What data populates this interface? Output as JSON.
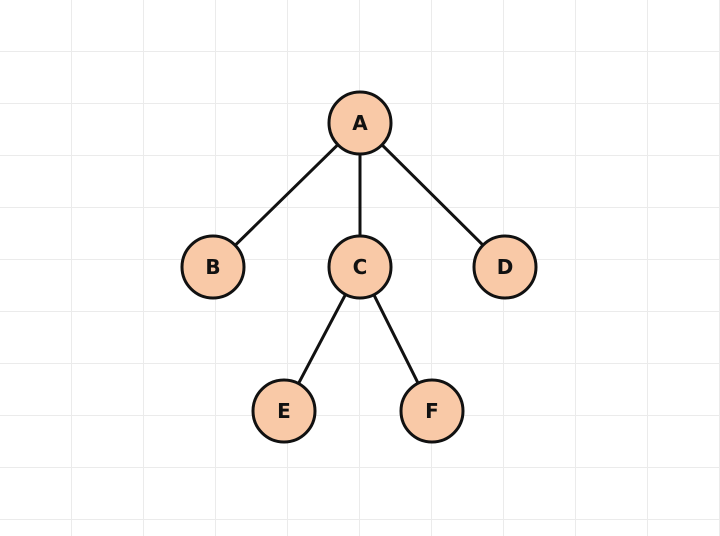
{
  "nodes": [
    {
      "id": "A",
      "label": "A"
    },
    {
      "id": "B",
      "label": "B"
    },
    {
      "id": "C",
      "label": "C"
    },
    {
      "id": "D",
      "label": "D"
    },
    {
      "id": "E",
      "label": "E"
    },
    {
      "id": "F",
      "label": "F"
    }
  ],
  "edges": [
    [
      "A",
      "B"
    ],
    [
      "A",
      "C"
    ],
    [
      "A",
      "D"
    ],
    [
      "C",
      "E"
    ],
    [
      "C",
      "F"
    ]
  ],
  "colors": {
    "node_fill": "#f9c9a7",
    "stroke": "#111111"
  }
}
